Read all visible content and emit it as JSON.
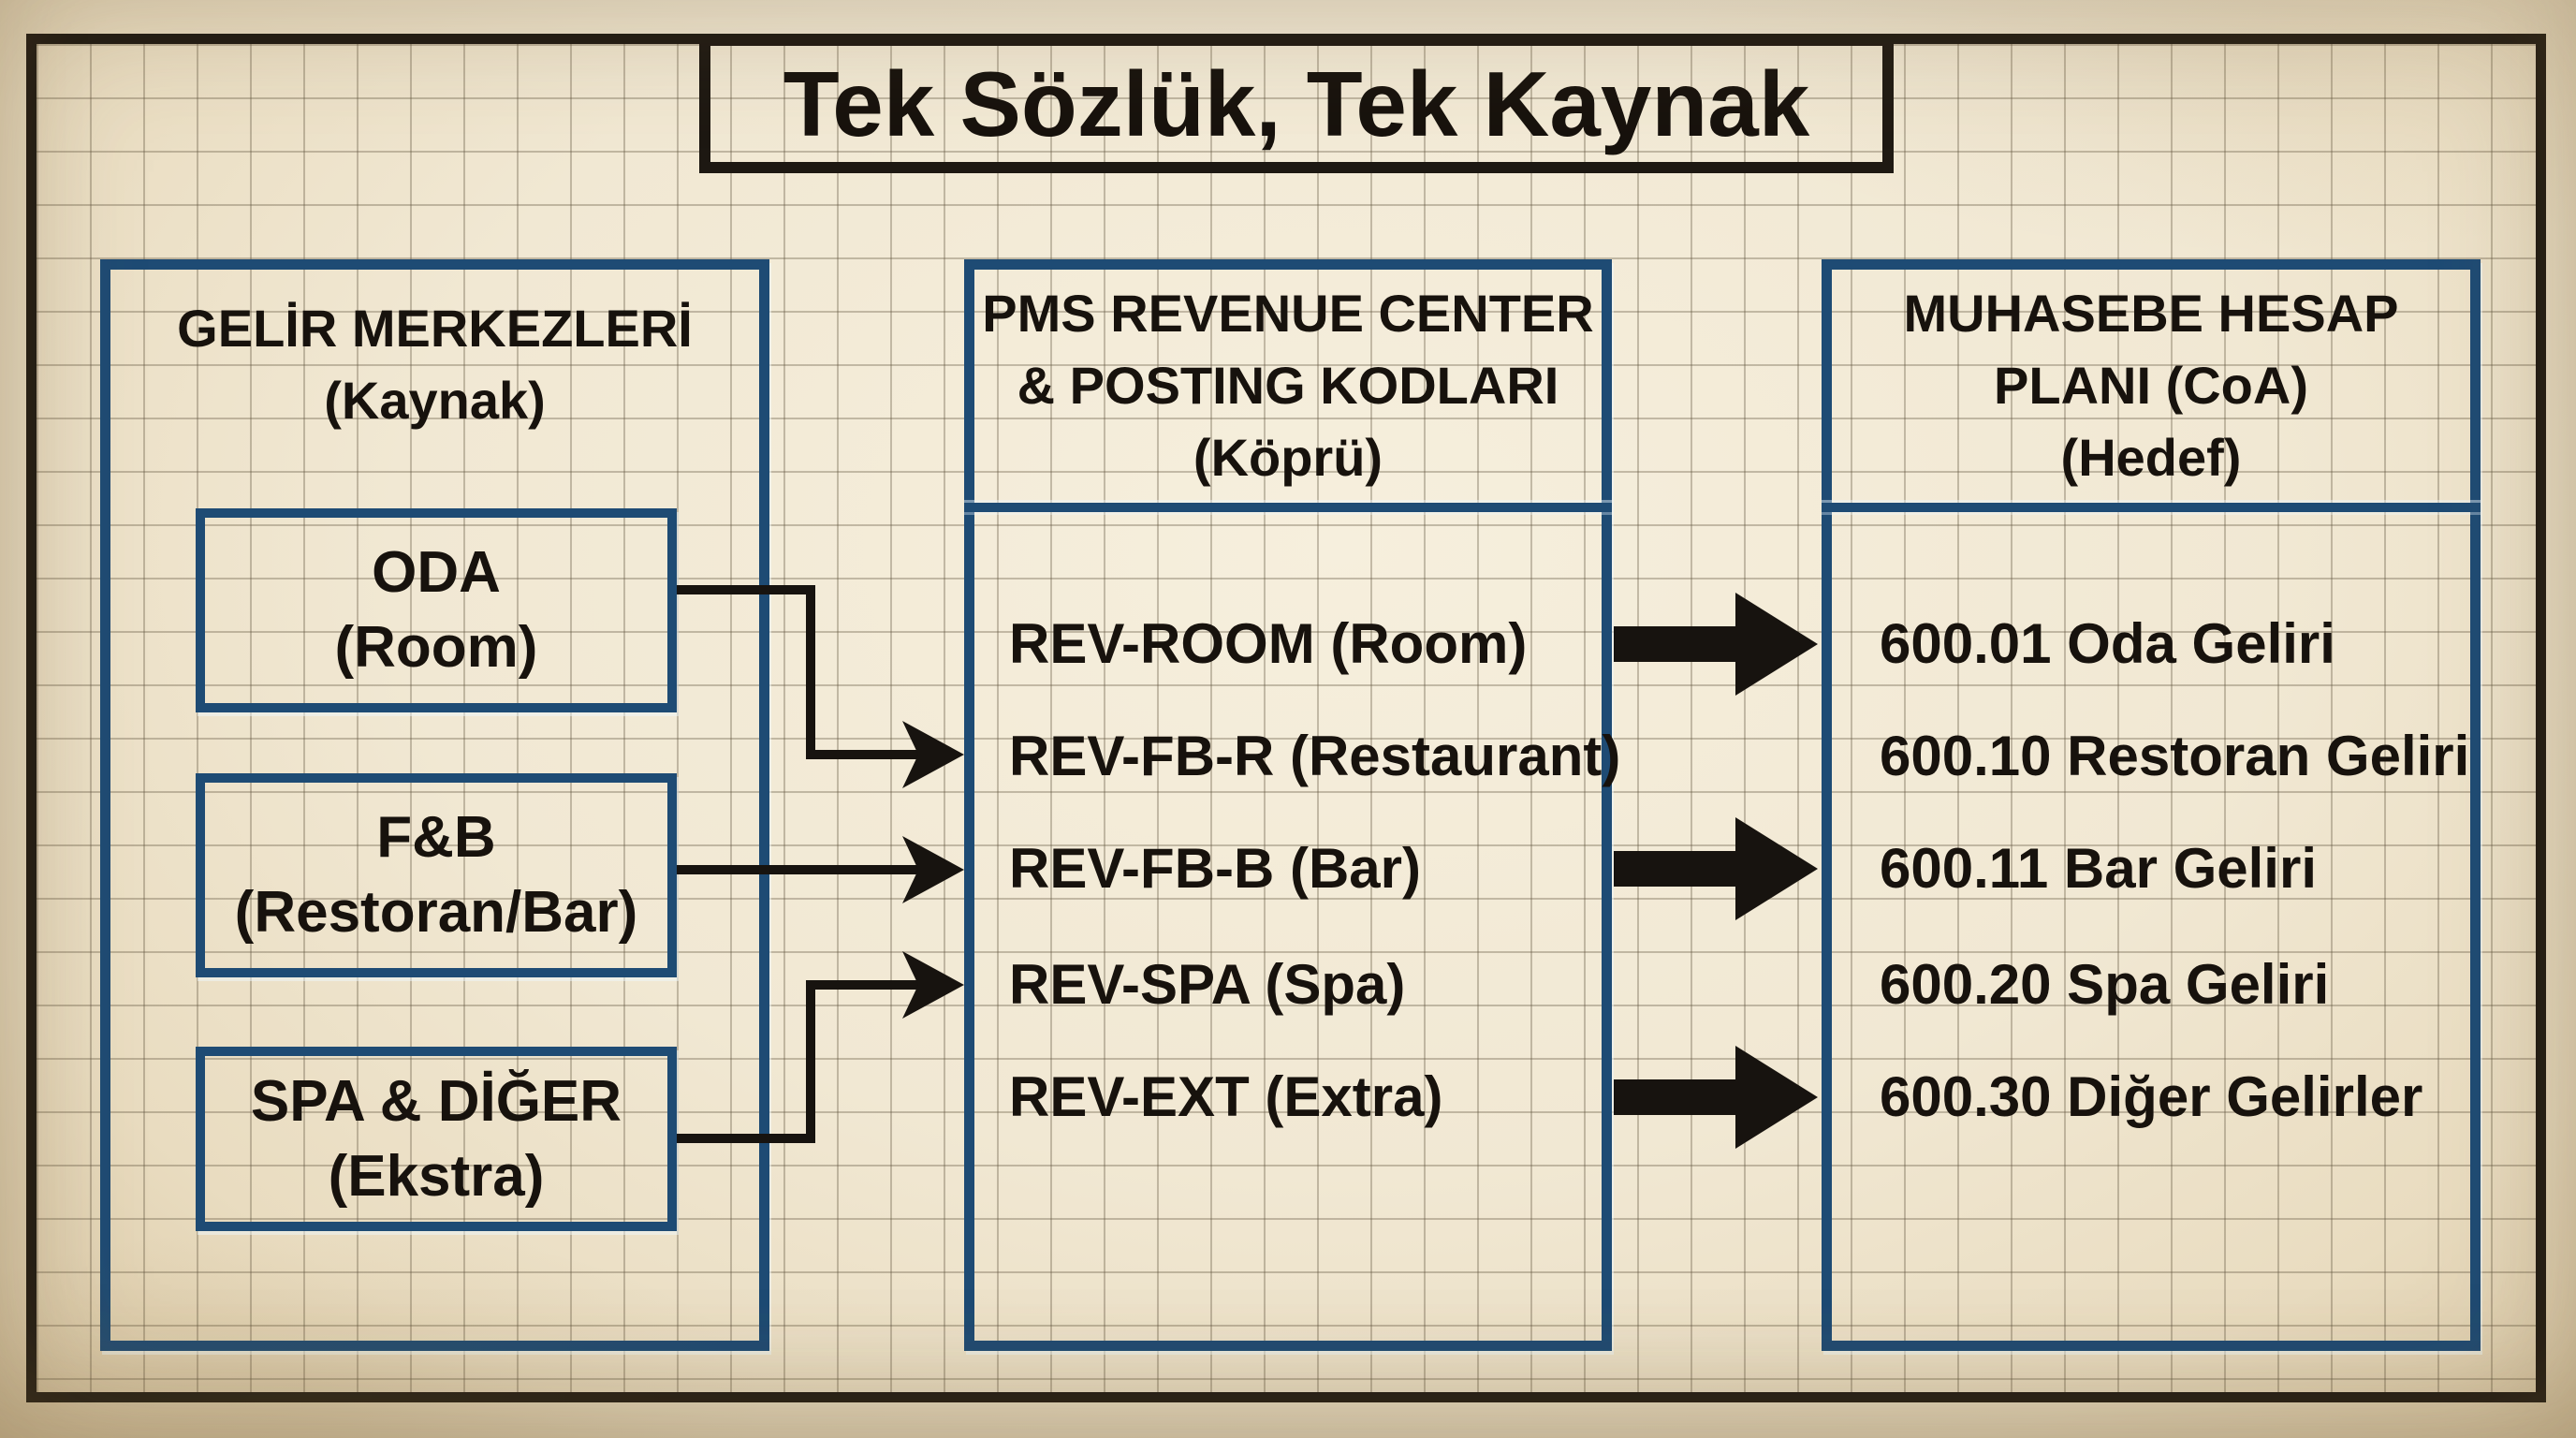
{
  "title": "Tek Sözlük, Tek Kaynak",
  "colors": {
    "paper": "#f1e8d3",
    "border_navy": "#1e4b74",
    "ink_black": "#17120d"
  },
  "columns": {
    "source": {
      "header_lines": [
        "GELİR MERKEZLERİ",
        "(Kaynak)"
      ],
      "boxes": [
        {
          "line1": "ODA",
          "line2": "(Room)"
        },
        {
          "line1": "F&B",
          "line2": "(Restoran/Bar)"
        },
        {
          "line1": "SPA & DİĞER",
          "line2": "(Ekstra)"
        }
      ]
    },
    "bridge": {
      "header_lines": [
        "PMS REVENUE CENTER",
        "& POSTING KODLARI",
        "(Köprü)"
      ],
      "items": [
        "REV-ROOM (Room)",
        "REV-FB-R (Restaurant)",
        "REV-FB-B (Bar)",
        "REV-SPA (Spa)",
        "REV-EXT (Extra)"
      ]
    },
    "target": {
      "header_lines": [
        "MUHASEBE HESAP",
        "PLANI (CoA)",
        "(Hedef)"
      ],
      "items": [
        "600.01 Oda Geliri",
        "600.10 Restoran Geliri",
        "600.11 Bar Geliri",
        "600.20 Spa Geliri",
        "600.30 Diğer Gelirler"
      ]
    }
  },
  "connections": {
    "thin_arrows": [
      {
        "from": "ODA (Room)",
        "to": "REV-FB-R (Restaurant)"
      },
      {
        "from": "F&B (Restoran/Bar)",
        "to": "REV-FB-B (Bar)"
      },
      {
        "from": "SPA & DİĞER (Ekstra)",
        "to": "REV-SPA (Spa)"
      }
    ],
    "thick_arrows": [
      {
        "from": "REV-ROOM (Room)",
        "to": "600.01 Oda Geliri"
      },
      {
        "from": "REV-FB-B (Bar)",
        "to": "600.11 Bar Geliri"
      },
      {
        "from": "REV-EXT (Extra)",
        "to": "600.30 Diğer Gelirler"
      }
    ]
  }
}
